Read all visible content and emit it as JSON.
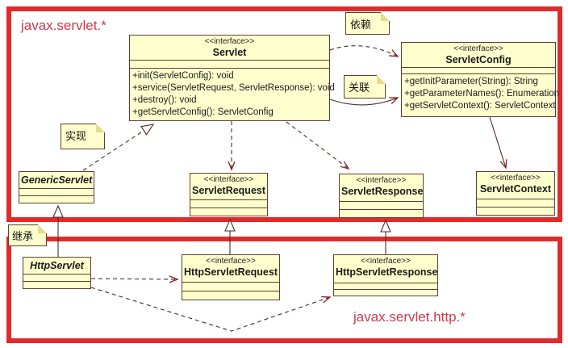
{
  "packages": {
    "servlet": {
      "label": "javax.servlet.*"
    },
    "http": {
      "label": "javax.servlet.http.*"
    }
  },
  "classes": {
    "servlet": {
      "stereotype": "<<interface>>",
      "name": "Servlet",
      "methods": [
        "+init(ServletConfig): void",
        "+service(ServletRequest, ServletResponse): void",
        "+destroy(): void",
        "+getServletConfig(): ServletConfig"
      ]
    },
    "servlet_config": {
      "stereotype": "<<interface>>",
      "name": "ServletConfig",
      "methods": [
        "+getInitParameter(String): String",
        "+getParameterNames(): Enumeration",
        "+getServletContext(): ServletContext"
      ]
    },
    "generic_servlet": {
      "name": "GenericServlet"
    },
    "servlet_request": {
      "stereotype": "<<interface>>",
      "name": "ServletRequest"
    },
    "servlet_response": {
      "stereotype": "<<interface>>",
      "name": "ServletResponse"
    },
    "servlet_context": {
      "stereotype": "<<interface>>",
      "name": "ServletContext"
    },
    "http_servlet": {
      "name": "HttpServlet"
    },
    "http_servlet_request": {
      "stereotype": "<<interface>>",
      "name": "HttpServletRequest"
    },
    "http_servlet_response": {
      "stereotype": "<<interface>>",
      "name": "HttpServletResponse"
    }
  },
  "notes": {
    "dependency": "依赖",
    "association": "关联",
    "realization": "实现",
    "inheritance": "继承"
  },
  "relationships": [
    {
      "from": "GenericServlet",
      "to": "Servlet",
      "type": "realization"
    },
    {
      "from": "Servlet",
      "to": "ServletConfig",
      "type": "dependency"
    },
    {
      "from": "Servlet",
      "to": "ServletConfig",
      "type": "association"
    },
    {
      "from": "Servlet",
      "to": "ServletRequest",
      "type": "dependency"
    },
    {
      "from": "Servlet",
      "to": "ServletResponse",
      "type": "dependency"
    },
    {
      "from": "ServletConfig",
      "to": "ServletContext",
      "type": "association"
    },
    {
      "from": "HttpServlet",
      "to": "GenericServlet",
      "type": "generalization"
    },
    {
      "from": "HttpServletRequest",
      "to": "ServletRequest",
      "type": "generalization"
    },
    {
      "from": "HttpServletResponse",
      "to": "ServletResponse",
      "type": "generalization"
    },
    {
      "from": "HttpServlet",
      "to": "HttpServletRequest",
      "type": "dependency"
    },
    {
      "from": "HttpServlet",
      "to": "HttpServletResponse",
      "type": "dependency"
    }
  ],
  "colors": {
    "package_border": "#e12b2b",
    "package_label": "#cc3a4d",
    "box_fill": "#ffffce",
    "box_border": "#5f4030",
    "line": "#4b2a26",
    "arrowhead": "#8e1f1f"
  }
}
